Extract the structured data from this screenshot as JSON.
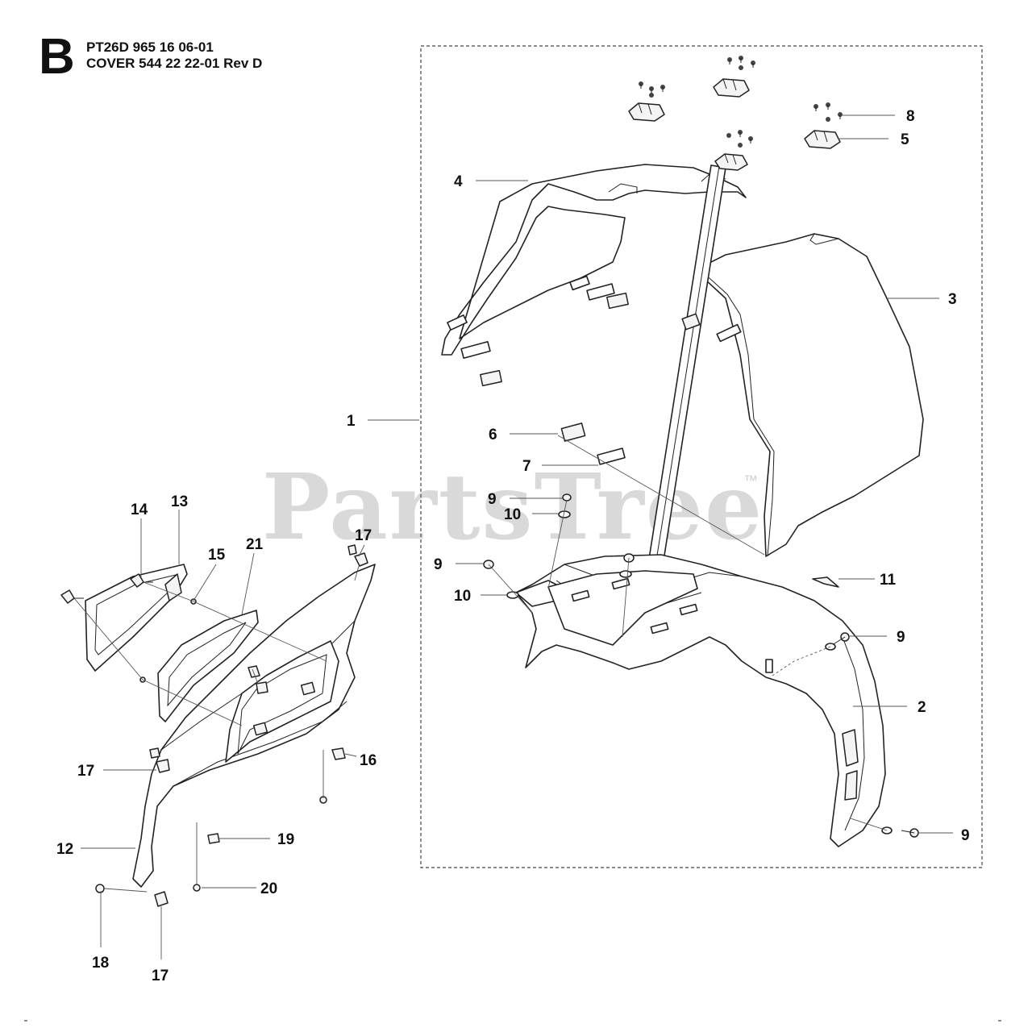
{
  "header": {
    "section_letter": "B",
    "model_line": "PT26D 965 16 06-01",
    "cover_line": "COVER 544 22 22-01 Rev D"
  },
  "watermark": {
    "brand": "PartsTree",
    "trademark": "™"
  },
  "callouts": [
    {
      "id": "c1",
      "label": "1"
    },
    {
      "id": "c2",
      "label": "2"
    },
    {
      "id": "c3",
      "label": "3"
    },
    {
      "id": "c4",
      "label": "4"
    },
    {
      "id": "c5",
      "label": "5"
    },
    {
      "id": "c6",
      "label": "6"
    },
    {
      "id": "c7",
      "label": "7"
    },
    {
      "id": "c8",
      "label": "8"
    },
    {
      "id": "c9a",
      "label": "9"
    },
    {
      "id": "c9b",
      "label": "9"
    },
    {
      "id": "c9c",
      "label": "9"
    },
    {
      "id": "c9d",
      "label": "9"
    },
    {
      "id": "c10a",
      "label": "10"
    },
    {
      "id": "c10b",
      "label": "10"
    },
    {
      "id": "c11",
      "label": "11"
    },
    {
      "id": "c12",
      "label": "12"
    },
    {
      "id": "c13",
      "label": "13"
    },
    {
      "id": "c14",
      "label": "14"
    },
    {
      "id": "c15",
      "label": "15"
    },
    {
      "id": "c16",
      "label": "16"
    },
    {
      "id": "c17a",
      "label": "17"
    },
    {
      "id": "c17b",
      "label": "17"
    },
    {
      "id": "c17c",
      "label": "17"
    },
    {
      "id": "c18",
      "label": "18"
    },
    {
      "id": "c19",
      "label": "19"
    },
    {
      "id": "c20",
      "label": "20"
    },
    {
      "id": "c21",
      "label": "21"
    }
  ]
}
